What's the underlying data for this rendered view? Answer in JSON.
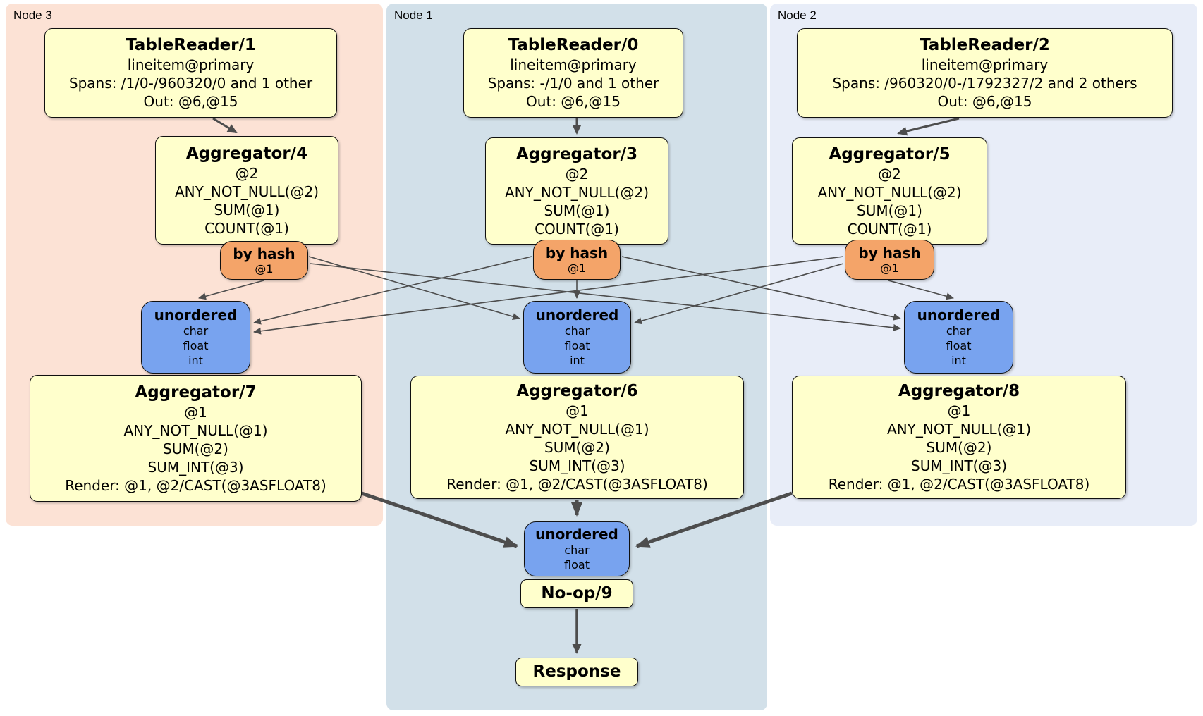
{
  "diagram": {
    "panels": [
      {
        "label": "Node 3"
      },
      {
        "label": "Node 1"
      },
      {
        "label": "Node 2"
      }
    ],
    "nodes": {
      "tr1": {
        "title": "TableReader/1",
        "lines": [
          "lineitem@primary",
          "Spans: /1/0-/960320/0 and 1 other",
          "Out: @6,@15"
        ]
      },
      "tr0": {
        "title": "TableReader/0",
        "lines": [
          "lineitem@primary",
          "Spans: -/1/0 and 1 other",
          "Out: @6,@15"
        ]
      },
      "tr2": {
        "title": "TableReader/2",
        "lines": [
          "lineitem@primary",
          "Spans: /960320/0-/1792327/2 and 2 others",
          "Out: @6,@15"
        ]
      },
      "agg4": {
        "title": "Aggregator/4",
        "lines": [
          "@2",
          "ANY_NOT_NULL(@2)",
          "SUM(@1)",
          "COUNT(@1)"
        ]
      },
      "agg3": {
        "title": "Aggregator/3",
        "lines": [
          "@2",
          "ANY_NOT_NULL(@2)",
          "SUM(@1)",
          "COUNT(@1)"
        ]
      },
      "agg5": {
        "title": "Aggregator/5",
        "lines": [
          "@2",
          "ANY_NOT_NULL(@2)",
          "SUM(@1)",
          "COUNT(@1)"
        ]
      },
      "agg7": {
        "title": "Aggregator/7",
        "lines": [
          "@1",
          "ANY_NOT_NULL(@1)",
          "SUM(@2)",
          "SUM_INT(@3)",
          "Render: @1, @2/CAST(@3ASFLOAT8)"
        ]
      },
      "agg6": {
        "title": "Aggregator/6",
        "lines": [
          "@1",
          "ANY_NOT_NULL(@1)",
          "SUM(@2)",
          "SUM_INT(@3)",
          "Render: @1, @2/CAST(@3ASFLOAT8)"
        ]
      },
      "agg8": {
        "title": "Aggregator/8",
        "lines": [
          "@1",
          "ANY_NOT_NULL(@1)",
          "SUM(@2)",
          "SUM_INT(@3)",
          "Render: @1, @2/CAST(@3ASFLOAT8)"
        ]
      },
      "noop": {
        "title": "No-op/9"
      },
      "response": {
        "title": "Response"
      }
    },
    "routers": {
      "hash3": {
        "title": "by hash",
        "detail": "@1"
      },
      "hash1": {
        "title": "by hash",
        "detail": "@1"
      },
      "hash2": {
        "title": "by hash",
        "detail": "@1"
      }
    },
    "syncs": {
      "sync3": {
        "title": "unordered",
        "types": [
          "char",
          "float",
          "int"
        ]
      },
      "sync1": {
        "title": "unordered",
        "types": [
          "char",
          "float",
          "int"
        ]
      },
      "sync2": {
        "title": "unordered",
        "types": [
          "char",
          "float",
          "int"
        ]
      },
      "syncFinal": {
        "title": "unordered",
        "types": [
          "char",
          "float"
        ]
      }
    },
    "colors": {
      "panel_node3": "#fce2d5",
      "panel_node1": "#d2e0e9",
      "panel_node2": "#e8edf8",
      "processor_box": "#ffffcc",
      "router_box": "#f4a469",
      "sync_box": "#78a3ef",
      "edge": "#4d4d4d"
    }
  }
}
